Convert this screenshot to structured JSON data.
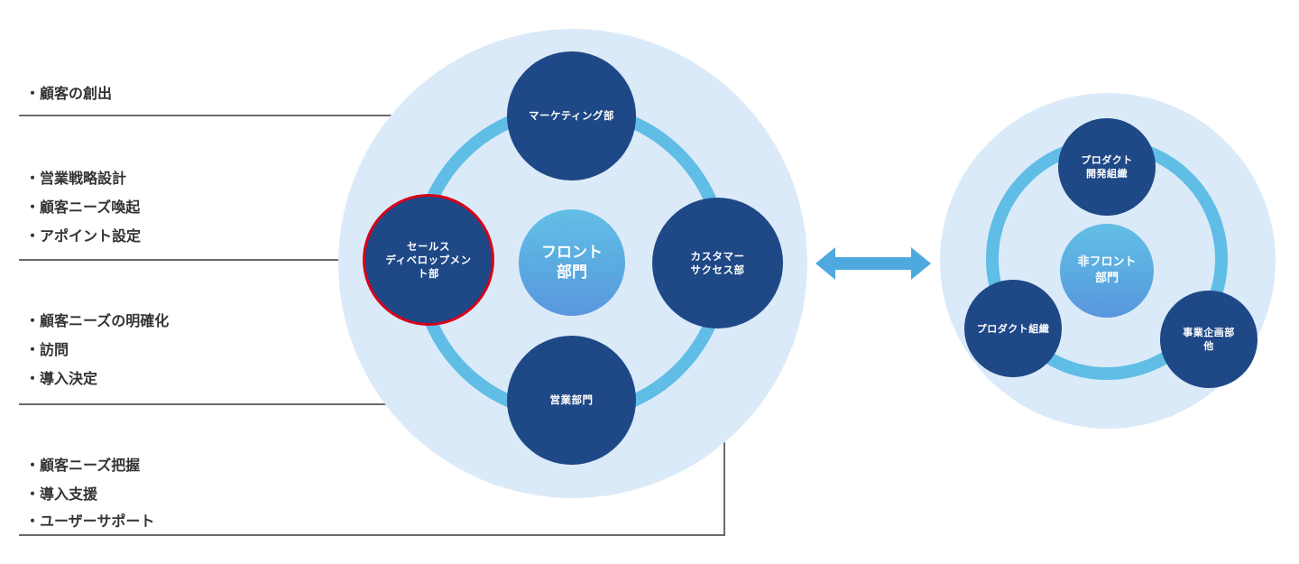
{
  "front": {
    "center": "フロント\n部門",
    "nodes": {
      "marketing": "マーケティング部",
      "sdr": "セールス\nディベロップメン\nト部",
      "customer_success": "カスタマー\nサクセス部",
      "sales": "営業部門"
    }
  },
  "non_front": {
    "center": "非フロント\n部門",
    "nodes": {
      "product_dev": "プロダクト\n開発組織",
      "product": "プロダクト組織",
      "business_planning": "事業企画部\n他"
    }
  },
  "roles": {
    "marketing": [
      "・顧客の創出"
    ],
    "sdr": [
      "・営業戦略設計",
      "・顧客ニーズ喚起",
      "・アポイント設定"
    ],
    "sales": [
      "・顧客ニーズの明確化",
      "・訪問",
      "・導入決定"
    ],
    "customer_success": [
      "・顧客ニーズ把握",
      "・導入支援",
      "・ユーザーサポート"
    ]
  },
  "colors": {
    "node": "#1f4886",
    "ring": "#5fbde6",
    "background": "#dbeaf8",
    "highlight": "#d8001a",
    "arrow": "#4fa9e0"
  }
}
